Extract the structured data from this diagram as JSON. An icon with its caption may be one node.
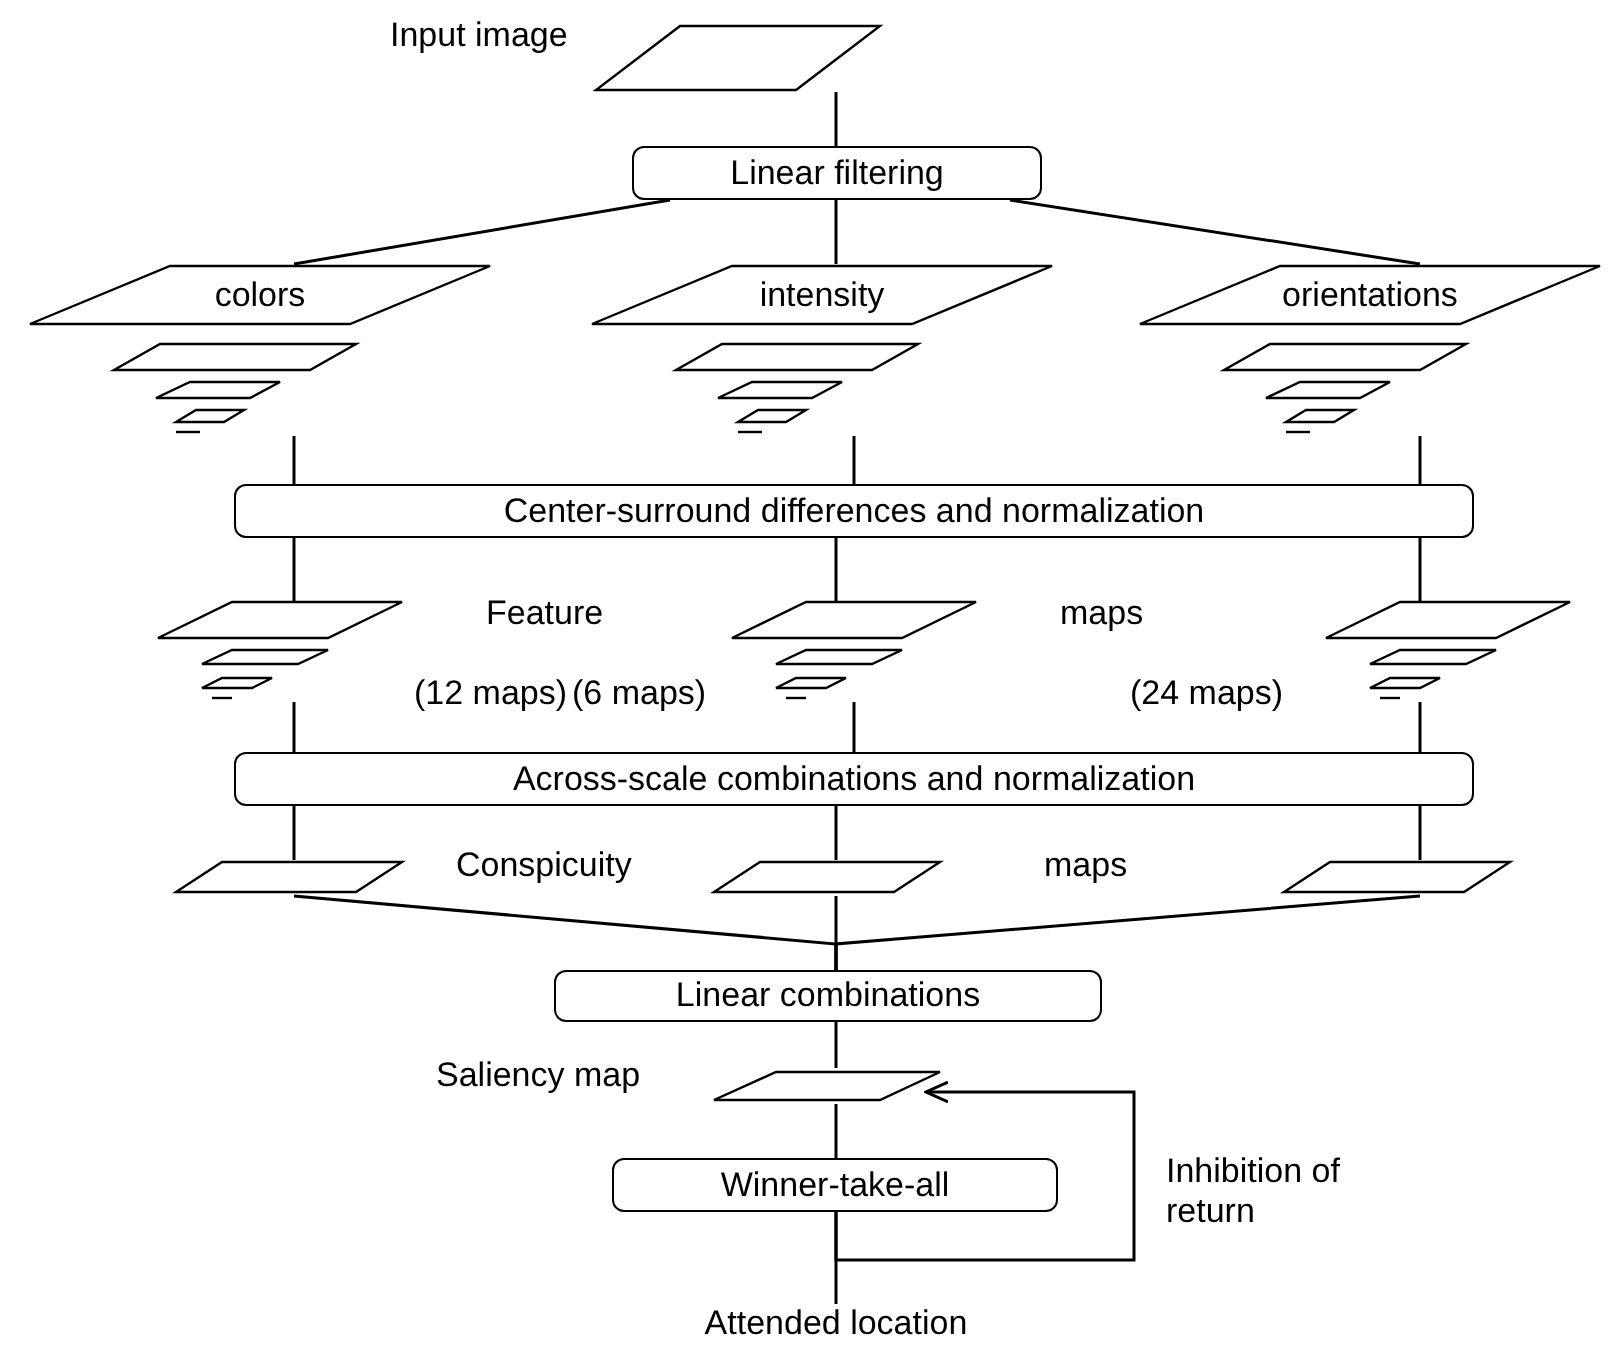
{
  "diagram": {
    "nodes": [
      {
        "text": [
          "Input image"
        ]
      },
      {
        "text": [
          "Linear filtering"
        ]
      },
      {
        "text": [
          "colors"
        ]
      },
      {
        "text": [
          "intensity"
        ]
      },
      {
        "text": [
          "orientations"
        ]
      },
      {
        "text": [
          "Center-surround differences and normalization"
        ]
      },
      {
        "text": [],
        "shape": "parallelogram",
        "beside": [
          "(12 maps)"
        ]
      },
      {
        "text": [],
        "shape": "parallelogram",
        "beside": [
          "(6 maps)"
        ]
      },
      {
        "text": [],
        "shape": "parallelogram",
        "beside": [
          "(24 maps)"
        ]
      },
      {
        "text": [
          "Across-scale combinations and normalization"
        ]
      },
      {
        "text": [],
        "shape": "parallelogram"
      },
      {
        "text": [],
        "shape": "parallelogram"
      },
      {
        "text": [],
        "shape": "parallelogram"
      },
      {
        "text": [
          "Linear combinations"
        ]
      },
      {
        "text": [
          "Saliency map"
        ]
      },
      {
        "text": [
          "Winner-take-all"
        ]
      },
      {
        "text": [
          "Attended location"
        ]
      }
    ],
    "edges": [
      {
        "from": 0,
        "to": 1,
        "arrow": "none"
      },
      {
        "from": 1,
        "to": 2,
        "arrow": "none"
      },
      {
        "from": 1,
        "to": 3,
        "arrow": "none"
      },
      {
        "from": 1,
        "to": 4,
        "arrow": "none"
      },
      {
        "from": 2,
        "to": 5,
        "arrow": "none"
      },
      {
        "from": 3,
        "to": 5,
        "arrow": "none"
      },
      {
        "from": 4,
        "to": 5,
        "arrow": "none"
      },
      {
        "from": 5,
        "to": 6,
        "arrow": "none"
      },
      {
        "from": 5,
        "to": 7,
        "arrow": "none"
      },
      {
        "from": 5,
        "to": 8,
        "arrow": "none"
      },
      {
        "from": 6,
        "to": 9,
        "arrow": "none"
      },
      {
        "from": 7,
        "to": 9,
        "arrow": "none"
      },
      {
        "from": 8,
        "to": 9,
        "arrow": "none"
      },
      {
        "from": 9,
        "to": 10,
        "arrow": "none"
      },
      {
        "from": 9,
        "to": 11,
        "arrow": "none"
      },
      {
        "from": 9,
        "to": 12,
        "arrow": "none"
      },
      {
        "from": 10,
        "to": 13,
        "arrow": "none"
      },
      {
        "from": 11,
        "to": 13,
        "arrow": "none"
      },
      {
        "from": 12,
        "to": 13,
        "arrow": "none"
      },
      {
        "from": 13,
        "to": 14,
        "arrow": "none"
      },
      {
        "from": 14,
        "to": 15,
        "arrow": "none"
      },
      {
        "from": 15,
        "to": 16,
        "arrow": "none"
      },
      {
        "from": 15,
        "to": 14,
        "arrow": "to",
        "label": "Inhibition of return"
      }
    ],
    "labels": [
      "Feature",
      "maps",
      "Conspicuity",
      "maps"
    ]
  }
}
